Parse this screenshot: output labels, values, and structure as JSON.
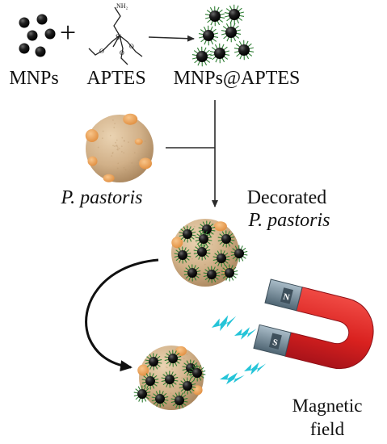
{
  "labels": {
    "mnps": "MNPs",
    "plus": "+",
    "aptes": "APTES",
    "mnps_aptes": "MNPs@APTES",
    "pastoris": "P. pastoris",
    "decorated_line1": "Decorated",
    "decorated_line2": "P. pastoris",
    "magnetic_line1": "Magnetic",
    "magnetic_line2": "field",
    "molecule_nh2": "NH₂",
    "molecule_si": "Si",
    "molecule_o": "O",
    "magnet_n": "N",
    "magnet_s": "S"
  },
  "colors": {
    "particle": "#1a1a1a",
    "coating": "#2e7d32",
    "cell": "#d4b48c",
    "bud": "#efa55a",
    "magnet_red": "#e02628",
    "magnet_steel": "#6f8796",
    "spark": "#25c4d8",
    "arrow": "#2a2a2a"
  },
  "icons": {
    "mnp": "black-sphere-icon",
    "cell": "yeast-cell-icon",
    "magnet": "horseshoe-magnet-icon",
    "spark": "lightning-bolt-icon"
  }
}
